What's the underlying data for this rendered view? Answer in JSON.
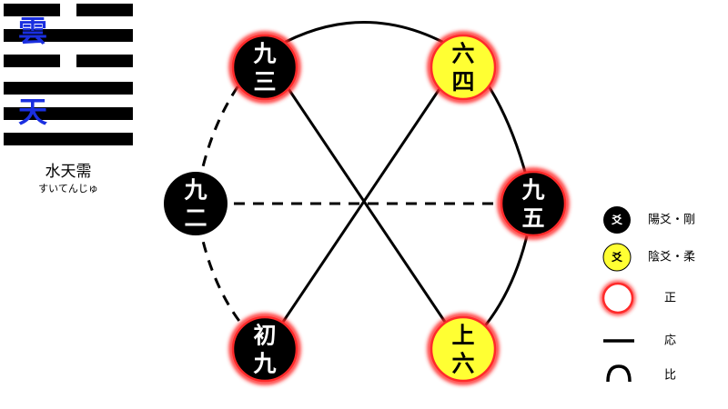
{
  "hexagram": {
    "upper_trigram": "雲",
    "lower_trigram": "天",
    "name": "水天需",
    "reading": "すいてんじゅ",
    "lines_top_to_bottom": [
      "yin",
      "yang",
      "yin",
      "yang",
      "yang",
      "yang"
    ]
  },
  "nodes": [
    {
      "id": "shoroku",
      "label": "初九",
      "chars": [
        "初",
        "九"
      ],
      "yang": true,
      "correct": true
    },
    {
      "id": "kyuji",
      "label": "九二",
      "chars": [
        "九",
        "二"
      ],
      "yang": true,
      "correct": false
    },
    {
      "id": "kyuzan",
      "label": "九三",
      "chars": [
        "九",
        "三"
      ],
      "yang": true,
      "correct": true
    },
    {
      "id": "rikushi",
      "label": "六四",
      "chars": [
        "六",
        "四"
      ],
      "yang": false,
      "correct": true
    },
    {
      "id": "kyugo",
      "label": "九五",
      "chars": [
        "九",
        "五"
      ],
      "yang": true,
      "correct": true
    },
    {
      "id": "joroku",
      "label": "上六",
      "chars": [
        "上",
        "六"
      ],
      "yang": false,
      "correct": true
    }
  ],
  "legend": {
    "yang_symbol": "爻",
    "yang_label": "陽爻・剛",
    "yin_symbol": "爻",
    "yin_label": "陰爻・柔",
    "correct_label": "正",
    "correspond_label": "応",
    "adjacent_label": "比"
  },
  "colors": {
    "yang_fill": "#000000",
    "yin_fill": "#ffff33",
    "correct_ring": "#ff2a2a",
    "trigram_text": "#1a2fe0"
  }
}
